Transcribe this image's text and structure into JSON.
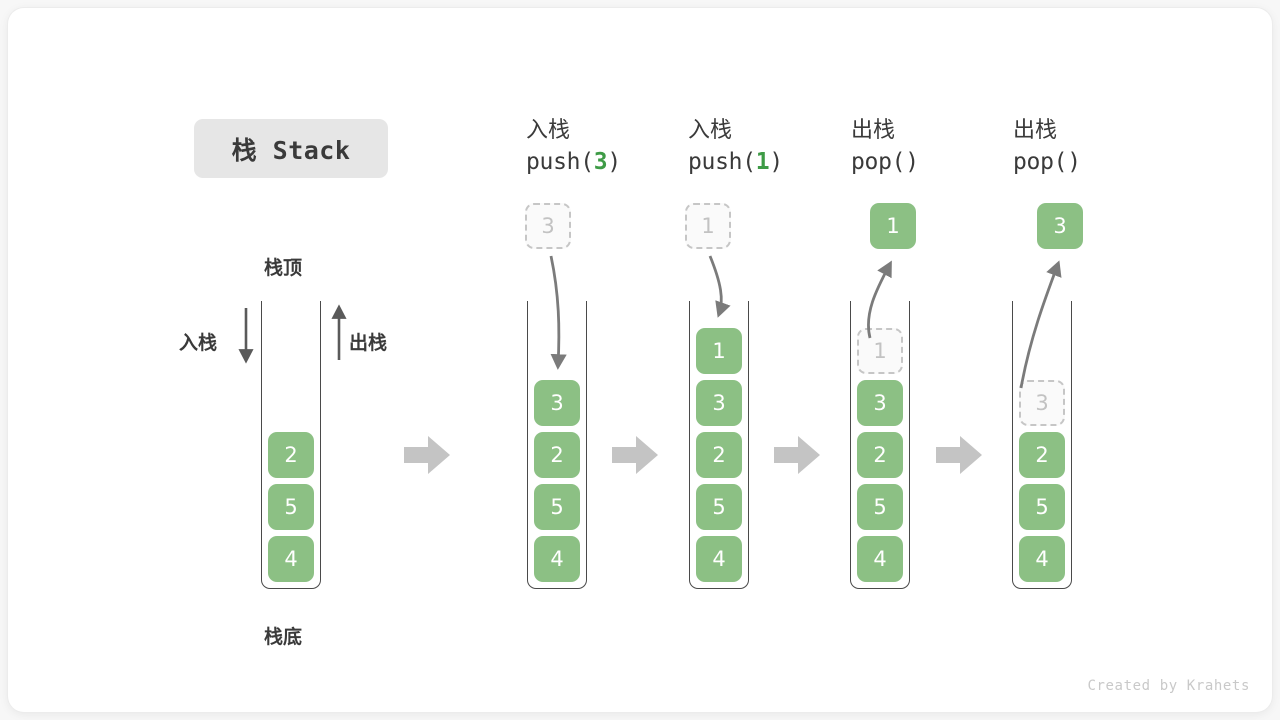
{
  "meta": {
    "title": "栈 Stack",
    "footer": "Created by Krahets",
    "colors": {
      "cell_green": "#8cc084",
      "code_accent": "#3e9b46",
      "ghost_gray": "#c2c2c2",
      "outline": "#4a4a4a",
      "badge_bg": "#e6e6e6",
      "flow_arrow": "#c4c4c4",
      "card_bg": "#ffffff",
      "page_bg": "#f7f7f7"
    }
  },
  "legend": {
    "top_label": "栈顶",
    "bottom_label": "栈底",
    "push_label": "入栈",
    "pop_label": "出栈"
  },
  "steps": [
    {
      "id": "initial",
      "op_cn": "",
      "op_code_prefix": "",
      "op_code_arg": "",
      "op_code_suffix": "",
      "floating": null,
      "cells": [
        {
          "value": "2",
          "state": "solid"
        },
        {
          "value": "5",
          "state": "solid"
        },
        {
          "value": "4",
          "state": "solid"
        }
      ]
    },
    {
      "id": "push-3",
      "op_cn": "入栈",
      "op_code_prefix": "push(",
      "op_code_arg": "3",
      "op_code_suffix": ")",
      "floating": {
        "value": "3",
        "state": "ghost",
        "direction": "in"
      },
      "cells": [
        {
          "value": "3",
          "state": "solid"
        },
        {
          "value": "2",
          "state": "solid"
        },
        {
          "value": "5",
          "state": "solid"
        },
        {
          "value": "4",
          "state": "solid"
        }
      ]
    },
    {
      "id": "push-1",
      "op_cn": "入栈",
      "op_code_prefix": "push(",
      "op_code_arg": "1",
      "op_code_suffix": ")",
      "floating": {
        "value": "1",
        "state": "ghost",
        "direction": "in"
      },
      "cells": [
        {
          "value": "1",
          "state": "solid"
        },
        {
          "value": "3",
          "state": "solid"
        },
        {
          "value": "2",
          "state": "solid"
        },
        {
          "value": "5",
          "state": "solid"
        },
        {
          "value": "4",
          "state": "solid"
        }
      ]
    },
    {
      "id": "pop-1",
      "op_cn": "出栈",
      "op_code_prefix": "pop(",
      "op_code_arg": "",
      "op_code_suffix": ")",
      "floating": {
        "value": "1",
        "state": "solid",
        "direction": "out"
      },
      "cells": [
        {
          "value": "1",
          "state": "ghost"
        },
        {
          "value": "3",
          "state": "solid"
        },
        {
          "value": "2",
          "state": "solid"
        },
        {
          "value": "5",
          "state": "solid"
        },
        {
          "value": "4",
          "state": "solid"
        }
      ]
    },
    {
      "id": "pop-3",
      "op_cn": "出栈",
      "op_code_prefix": "pop(",
      "op_code_arg": "",
      "op_code_suffix": ")",
      "floating": {
        "value": "3",
        "state": "solid",
        "direction": "out"
      },
      "cells": [
        {
          "value": "3",
          "state": "ghost"
        },
        {
          "value": "2",
          "state": "solid"
        },
        {
          "value": "5",
          "state": "solid"
        },
        {
          "value": "4",
          "state": "solid"
        }
      ]
    }
  ]
}
